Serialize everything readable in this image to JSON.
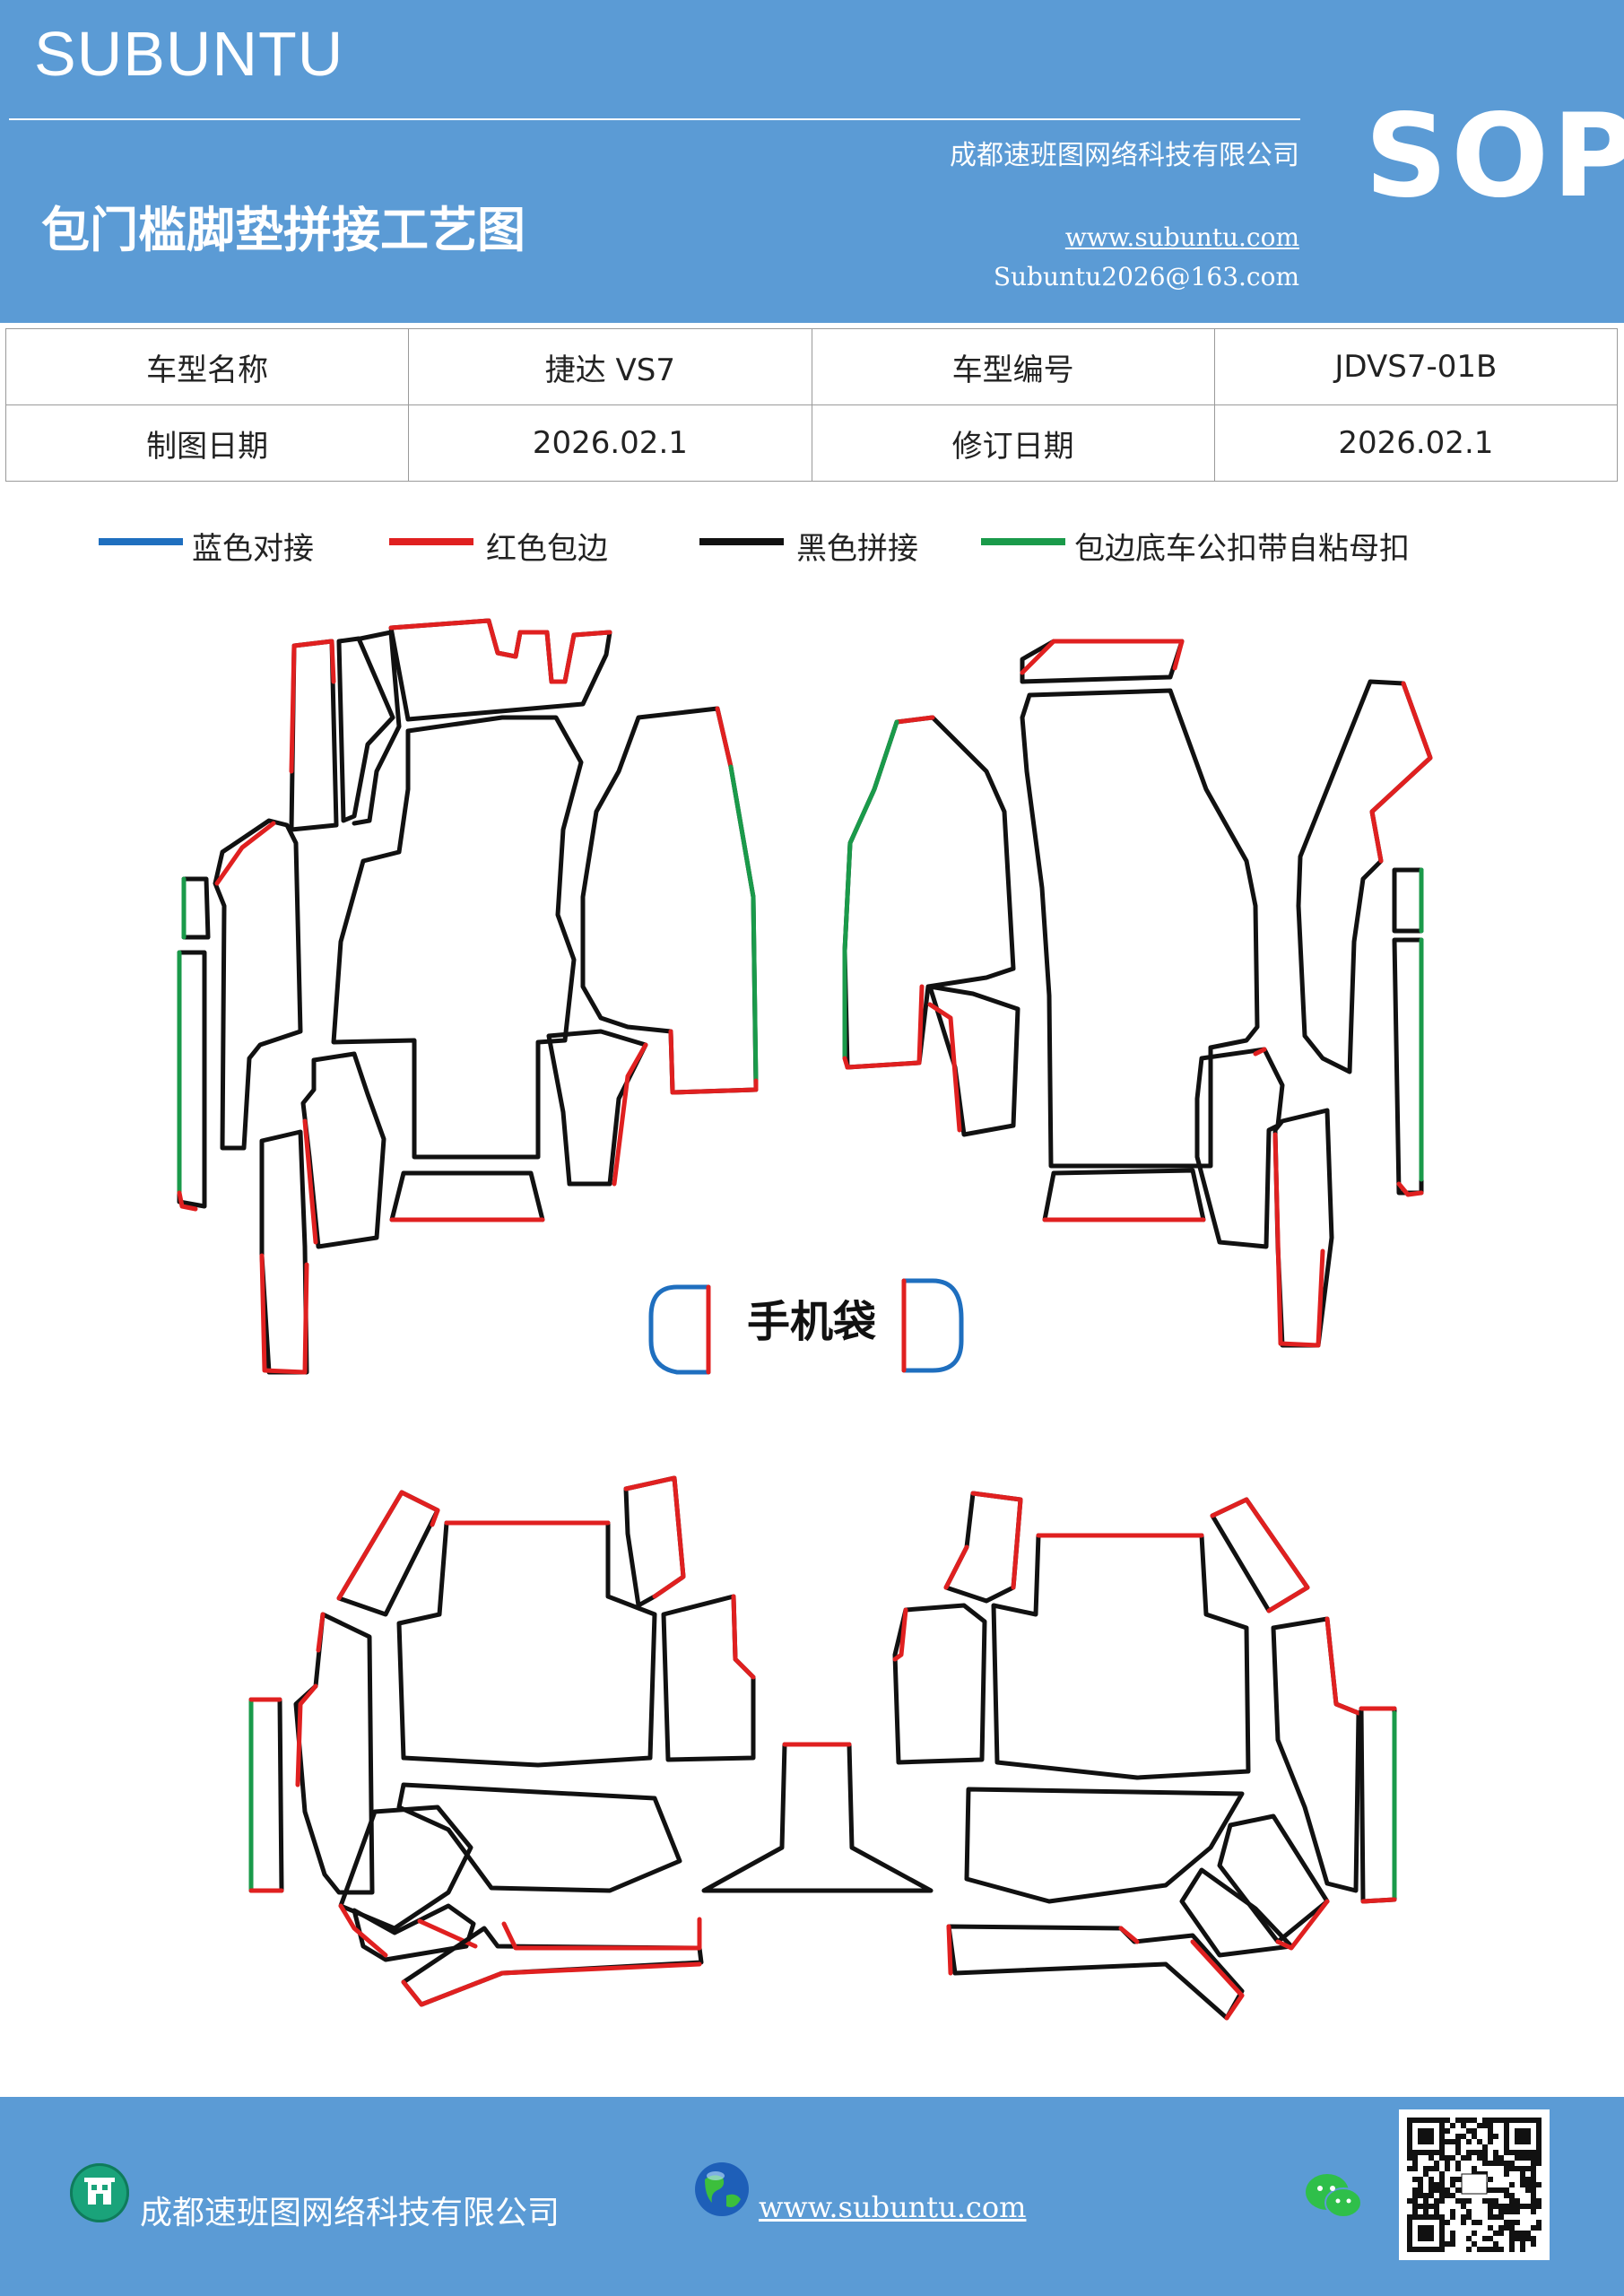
{
  "header": {
    "brand": "SUBUNTU",
    "company": "成都速班图网络科技有限公司",
    "title": "包门槛脚垫拼接工艺图",
    "website": "www.subuntu.com",
    "email": "Subuntu2026@163.com",
    "badge": "SOP",
    "background_color": "#5b9bd5"
  },
  "info_table": {
    "rows": [
      [
        "车型名称",
        "捷达 VS7",
        "车型编号",
        "JDVS7-01B"
      ],
      [
        "制图日期",
        "2026.02.1",
        "修订日期",
        "2026.02.1"
      ]
    ]
  },
  "legend": [
    {
      "label": "蓝色对接",
      "color": "#1f6fbf"
    },
    {
      "label": "红色包边",
      "color": "#e02020"
    },
    {
      "label": "黑色拼接",
      "color": "#111111"
    },
    {
      "label": "包边底车公扣带自粘母扣",
      "color": "#1a9a4a"
    }
  ],
  "diagram": {
    "phone_pocket_label": "手机袋"
  },
  "footer": {
    "company": "成都速班图网络科技有限公司",
    "website": "www.subuntu.com ",
    "icons": [
      "building-icon",
      "globe-icon",
      "wechat-icon",
      "qr-code"
    ]
  }
}
